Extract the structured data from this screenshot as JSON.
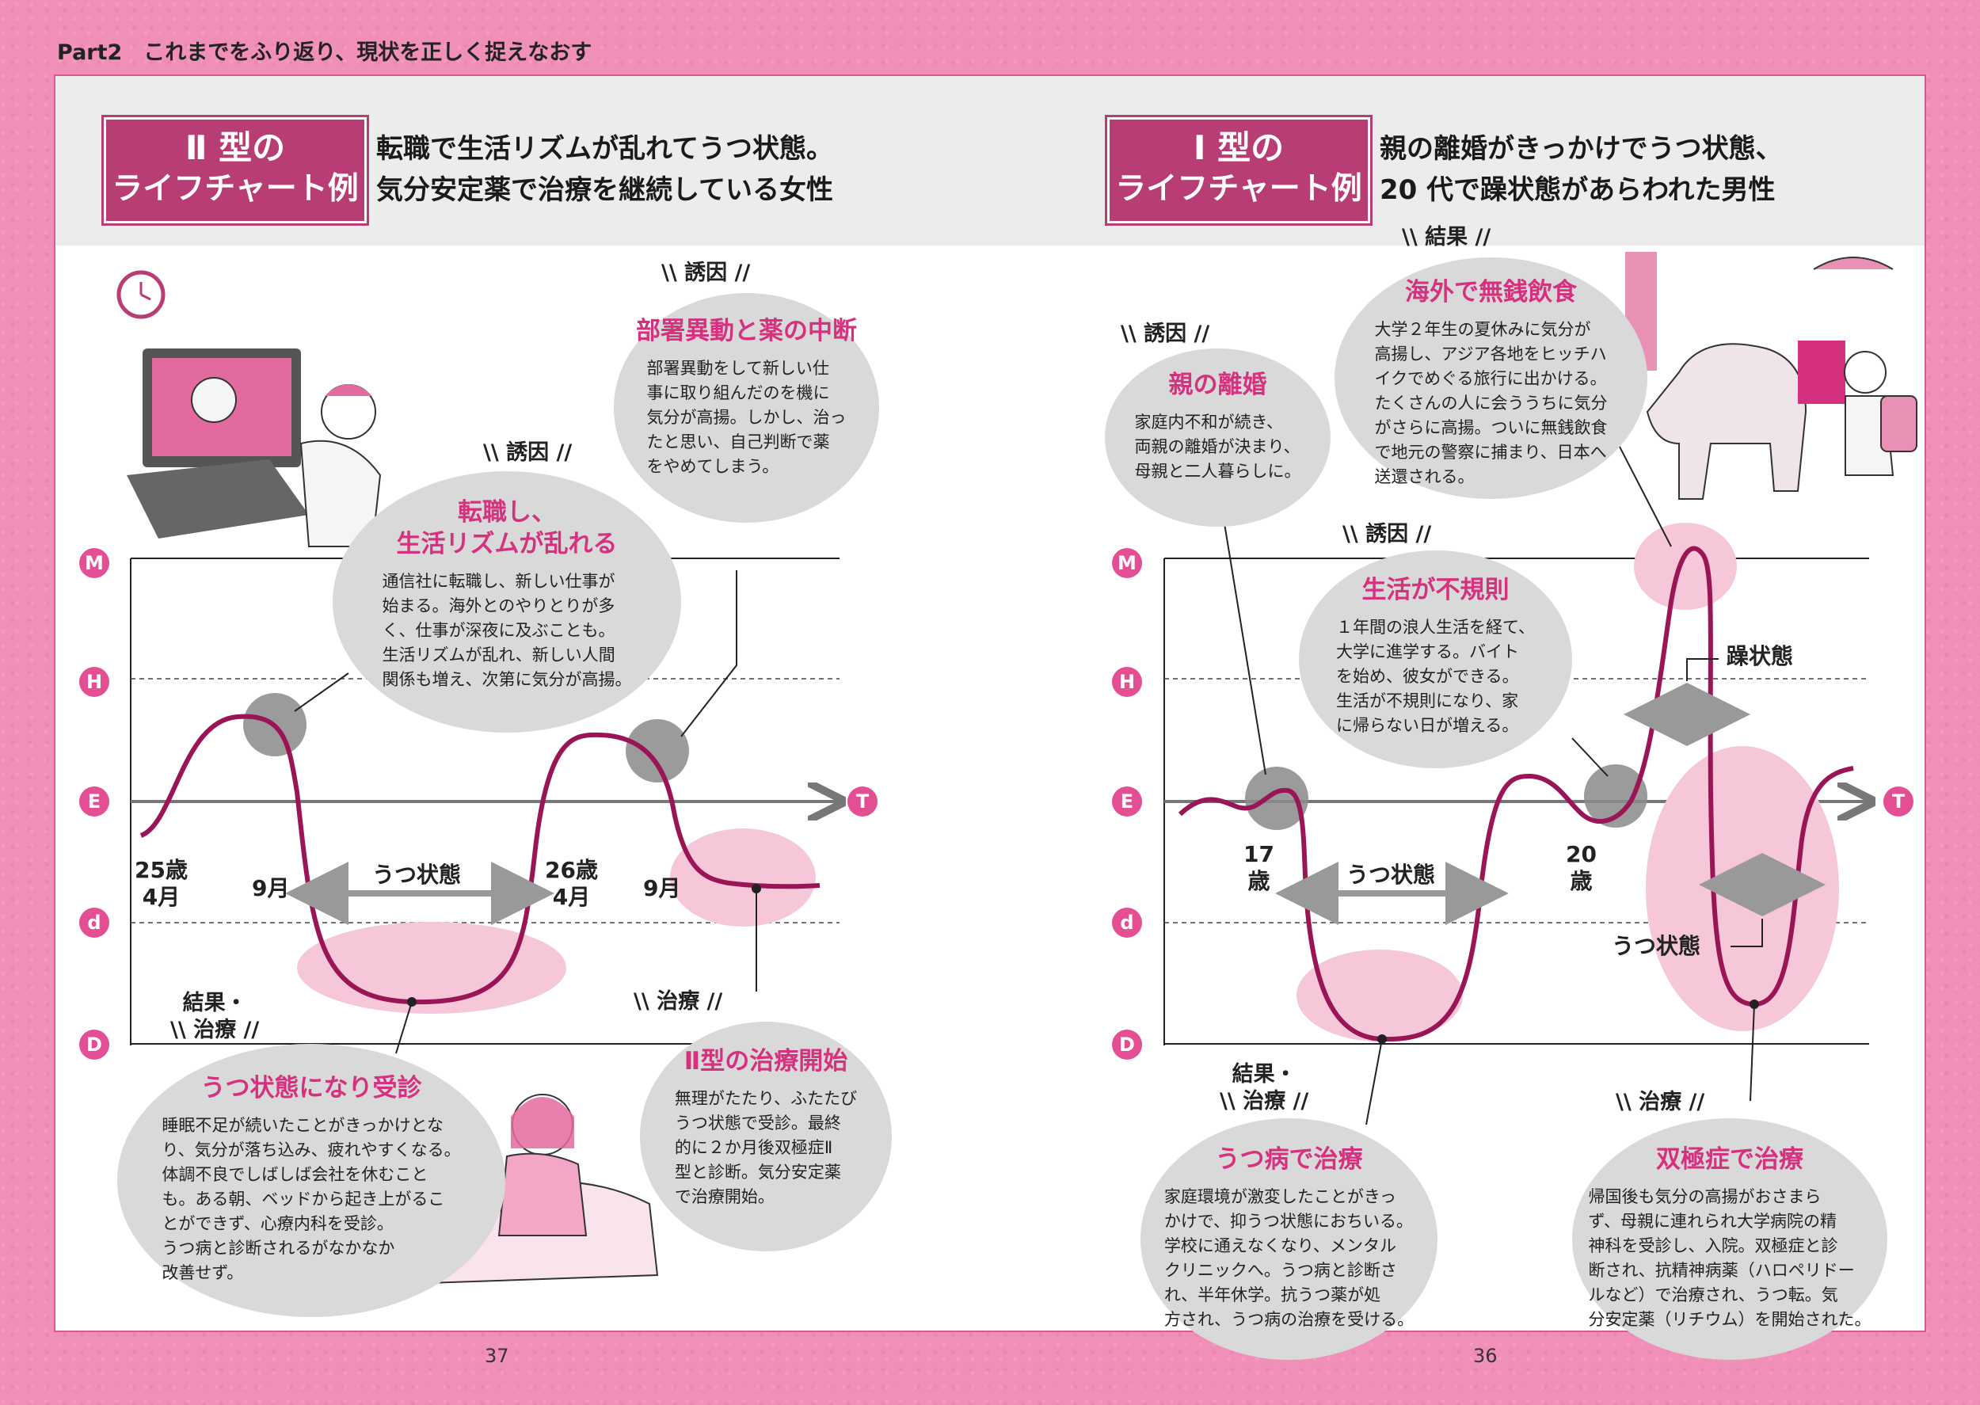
{
  "header": "Part2　これまでをふり返り、現状を正しく捉えなおす",
  "axis_labels": [
    "M",
    "H",
    "E",
    "d",
    "D",
    "T"
  ],
  "left": {
    "badge_line1": "Ⅱ 型の",
    "badge_line2": "ライフチャート例",
    "desc_line1": "転職で生活リズムが乱れてうつ状態。",
    "desc_line2": "気分安定薬で治療を継続している女性",
    "tag1": "誘因",
    "bubble1_title": "部署異動と薬の中断",
    "bubble1_body": [
      "部署異動をして新しい仕",
      "事に取り組んだのを機に",
      "気分が高揚。しかし、治っ",
      "たと思い、自己判断で薬",
      "をやめてしまう。"
    ],
    "tag2": "誘因",
    "bubble2_title1": "転職し、",
    "bubble2_title2": "生活リズムが乱れる",
    "bubble2_body": [
      "通信社に転職し、新しい仕事が",
      "始まる。海外とのやりとりが多",
      "く、仕事が深夜に及ぶことも。",
      "生活リズムが乱れ、新しい人間",
      "関係も増え、次第に気分が高揚。"
    ],
    "age1_a": "25歳",
    "age1_b": "4月",
    "month1": "9月",
    "span_label": "うつ状態",
    "age2_a": "26歳",
    "age2_b": "4月",
    "month2": "9月",
    "tag3_a": "結果・",
    "tag3_b": "治療",
    "bubble3_title": "うつ状態になり受診",
    "bubble3_body": [
      "睡眠不足が続いたことがきっかけとな",
      "り、気分が落ち込み、疲れやすくなる。",
      "体調不良でしばしば会社を休むこと",
      "も。ある朝、ベッドから起き上がるこ",
      "とができず、心療内科を受診。",
      "うつ病と診断されるがなかなか",
      "改善せず。"
    ],
    "tag4": "治療",
    "bubble4_title": "Ⅱ型の治療開始",
    "bubble4_body": [
      "無理がたたり、ふたたび",
      "うつ状態で受診。最終",
      "的に２か月後双極症Ⅱ",
      "型と診断。気分安定薬",
      "で治療開始。"
    ],
    "page_number": "37"
  },
  "right": {
    "badge_line1": "Ⅰ 型の",
    "badge_line2": "ライフチャート例",
    "desc_line1": "親の離婚がきっかけでうつ状態、",
    "desc_line2": "20 代で躁状態があらわれた男性",
    "tag1": "結果",
    "bubble1_title": "海外で無銭飲食",
    "bubble1_body": [
      "大学２年生の夏休みに気分が",
      "高揚し、アジア各地をヒッチハ",
      "イクでめぐる旅行に出かける。",
      "たくさんの人に会ううちに気分",
      "がさらに高揚。ついに無銭飲食",
      "で地元の警察に捕まり、日本へ",
      "送還される。"
    ],
    "tag2": "誘因",
    "bubble2_title": "親の離婚",
    "bubble2_body": [
      "家庭内不和が続き、",
      "両親の離婚が決まり、",
      "母親と二人暮らしに。"
    ],
    "tag3": "誘因",
    "bubble3_title": "生活が不規則",
    "bubble3_body": [
      "１年間の浪人生活を経て、",
      "大学に進学する。バイト",
      "を始め、彼女ができる。",
      "生活が不規則になり、家",
      "に帰らない日が増える。"
    ],
    "manic_label": "躁状態",
    "age1_a": "17",
    "age1_b": "歳",
    "span_label": "うつ状態",
    "age2_a": "20",
    "age2_b": "歳",
    "depress_label": "うつ状態",
    "tag4_a": "結果・",
    "tag4_b": "治療",
    "bubble4_title": "うつ病で治療",
    "bubble4_body": [
      "家庭環境が激変したことがきっ",
      "かけで、抑うつ状態におちいる。",
      "学校に通えなくなり、メンタル",
      "クリニックへ。うつ病と診断さ",
      "れ、半年休学。抗うつ薬が処",
      "方され、うつ病の治療を受ける。"
    ],
    "tag5": "治療",
    "bubble5_title": "双極症で治療",
    "bubble5_body": [
      "帰国後も気分の高揚がおさまら",
      "ず、母親に連れられ大学病院の精",
      "神科を受診し、入院。双極症と診",
      "断され、抗精神病薬（ハロペリドー",
      "ルなど）で治療され、うつ転。気",
      "分安定薬（リチウム）を開始された。"
    ],
    "page_number": "36"
  },
  "colors": {
    "accent": "#d6317e",
    "curve": "#9a1556",
    "badge": "#b93d75",
    "bubble": "#d9d9d9",
    "frame": "#f090b8"
  }
}
